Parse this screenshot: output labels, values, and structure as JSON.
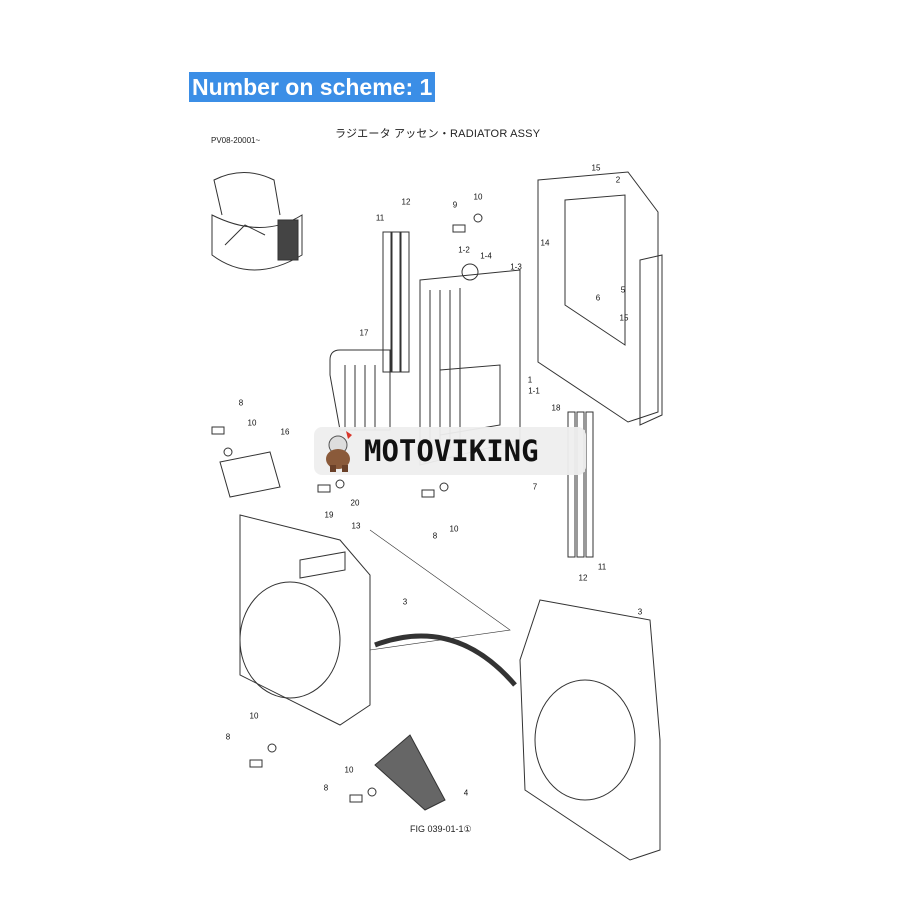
{
  "header": {
    "label": "Number on scheme: 1"
  },
  "diagram": {
    "title": "ラジエータ アッセン・RADIATOR ASSY",
    "serial": "PV08-20001~",
    "figure": "FIG 039-01-1①",
    "callouts": [
      "15",
      "2",
      "11",
      "12",
      "9",
      "10",
      "14",
      "1-2",
      "1-4",
      "1-3",
      "6",
      "5",
      "15",
      "17",
      "1",
      "1-1",
      "18",
      "8",
      "10",
      "16",
      "19",
      "20",
      "7",
      "8",
      "10",
      "13",
      "3",
      "3",
      "12",
      "11",
      "10",
      "8",
      "10",
      "8",
      "4"
    ]
  },
  "watermark": {
    "text": "MOTOVIKING",
    "accent": "#d9362b"
  }
}
